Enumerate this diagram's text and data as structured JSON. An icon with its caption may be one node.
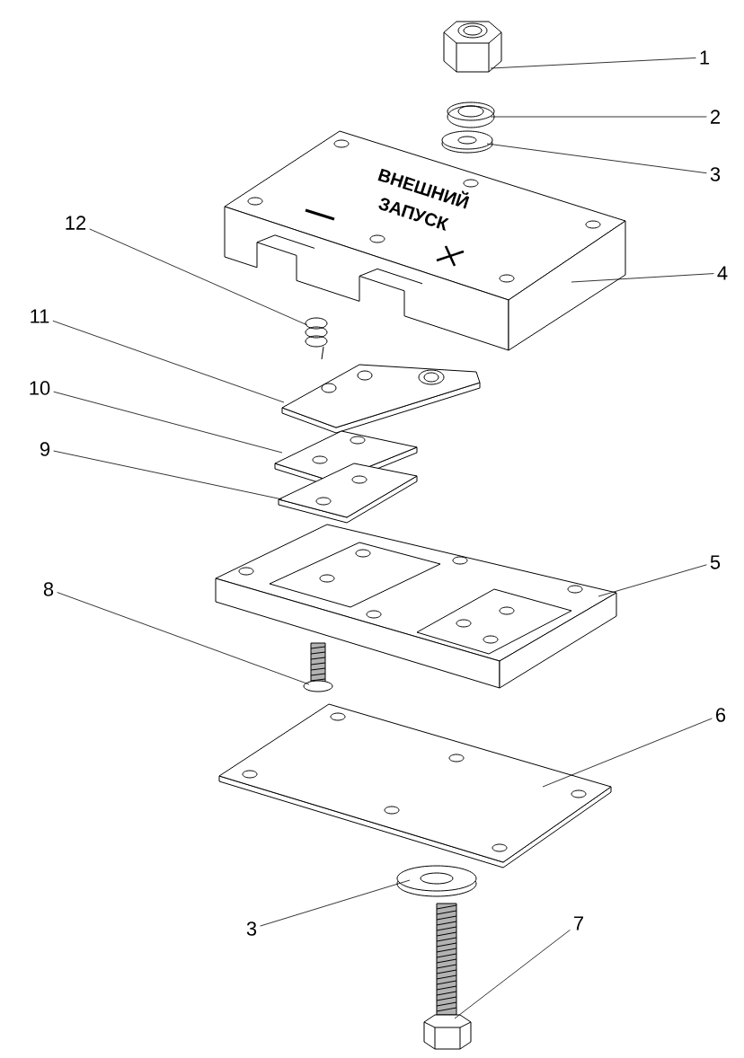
{
  "diagram": {
    "nodes": [
      {
        "text": [
          "1"
        ]
      },
      {
        "text": [],
        "shape": "picture"
      },
      {
        "text": [
          "2"
        ]
      },
      {
        "text": [],
        "shape": "picture"
      },
      {
        "text": [
          "3"
        ]
      },
      {
        "text": [],
        "shape": "picture"
      },
      {
        "text": [
          "4"
        ]
      },
      {
        "text": [],
        "shape": "picture"
      },
      {
        "text": [
          "12"
        ]
      },
      {
        "text": [],
        "shape": "picture"
      },
      {
        "text": [
          "11"
        ]
      },
      {
        "text": [],
        "shape": "picture"
      },
      {
        "text": [
          "10"
        ]
      },
      {
        "text": [],
        "shape": "picture"
      },
      {
        "text": [
          "9"
        ]
      },
      {
        "text": [],
        "shape": "picture"
      },
      {
        "text": [
          "5"
        ]
      },
      {
        "text": [],
        "shape": "picture"
      },
      {
        "text": [
          "8"
        ]
      },
      {
        "text": [],
        "shape": "picture"
      },
      {
        "text": [
          "6"
        ]
      },
      {
        "text": [],
        "shape": "picture"
      },
      {
        "text": [
          "3"
        ]
      },
      {
        "text": [],
        "shape": "picture"
      },
      {
        "text": [
          "7"
        ]
      },
      {
        "text": [],
        "shape": "picture"
      }
    ],
    "edges": [
      {
        "from": 0,
        "to": 1,
        "arrow": "none"
      },
      {
        "from": 2,
        "to": 3,
        "arrow": "none"
      },
      {
        "from": 4,
        "to": 5,
        "arrow": "none"
      },
      {
        "from": 6,
        "to": 7,
        "arrow": "none"
      },
      {
        "from": 8,
        "to": 9,
        "arrow": "none"
      },
      {
        "from": 10,
        "to": 11,
        "arrow": "none"
      },
      {
        "from": 12,
        "to": 13,
        "arrow": "none"
      },
      {
        "from": 14,
        "to": 15,
        "arrow": "none"
      },
      {
        "from": 16,
        "to": 17,
        "arrow": "none"
      },
      {
        "from": 18,
        "to": 19,
        "arrow": "none"
      },
      {
        "from": 20,
        "to": 21,
        "arrow": "none"
      },
      {
        "from": 22,
        "to": 23,
        "arrow": "none"
      },
      {
        "from": 24,
        "to": 25,
        "arrow": "none"
      }
    ],
    "labels": [
      "ВНЕШНИЙ",
      "ЗАПУСК"
    ]
  }
}
